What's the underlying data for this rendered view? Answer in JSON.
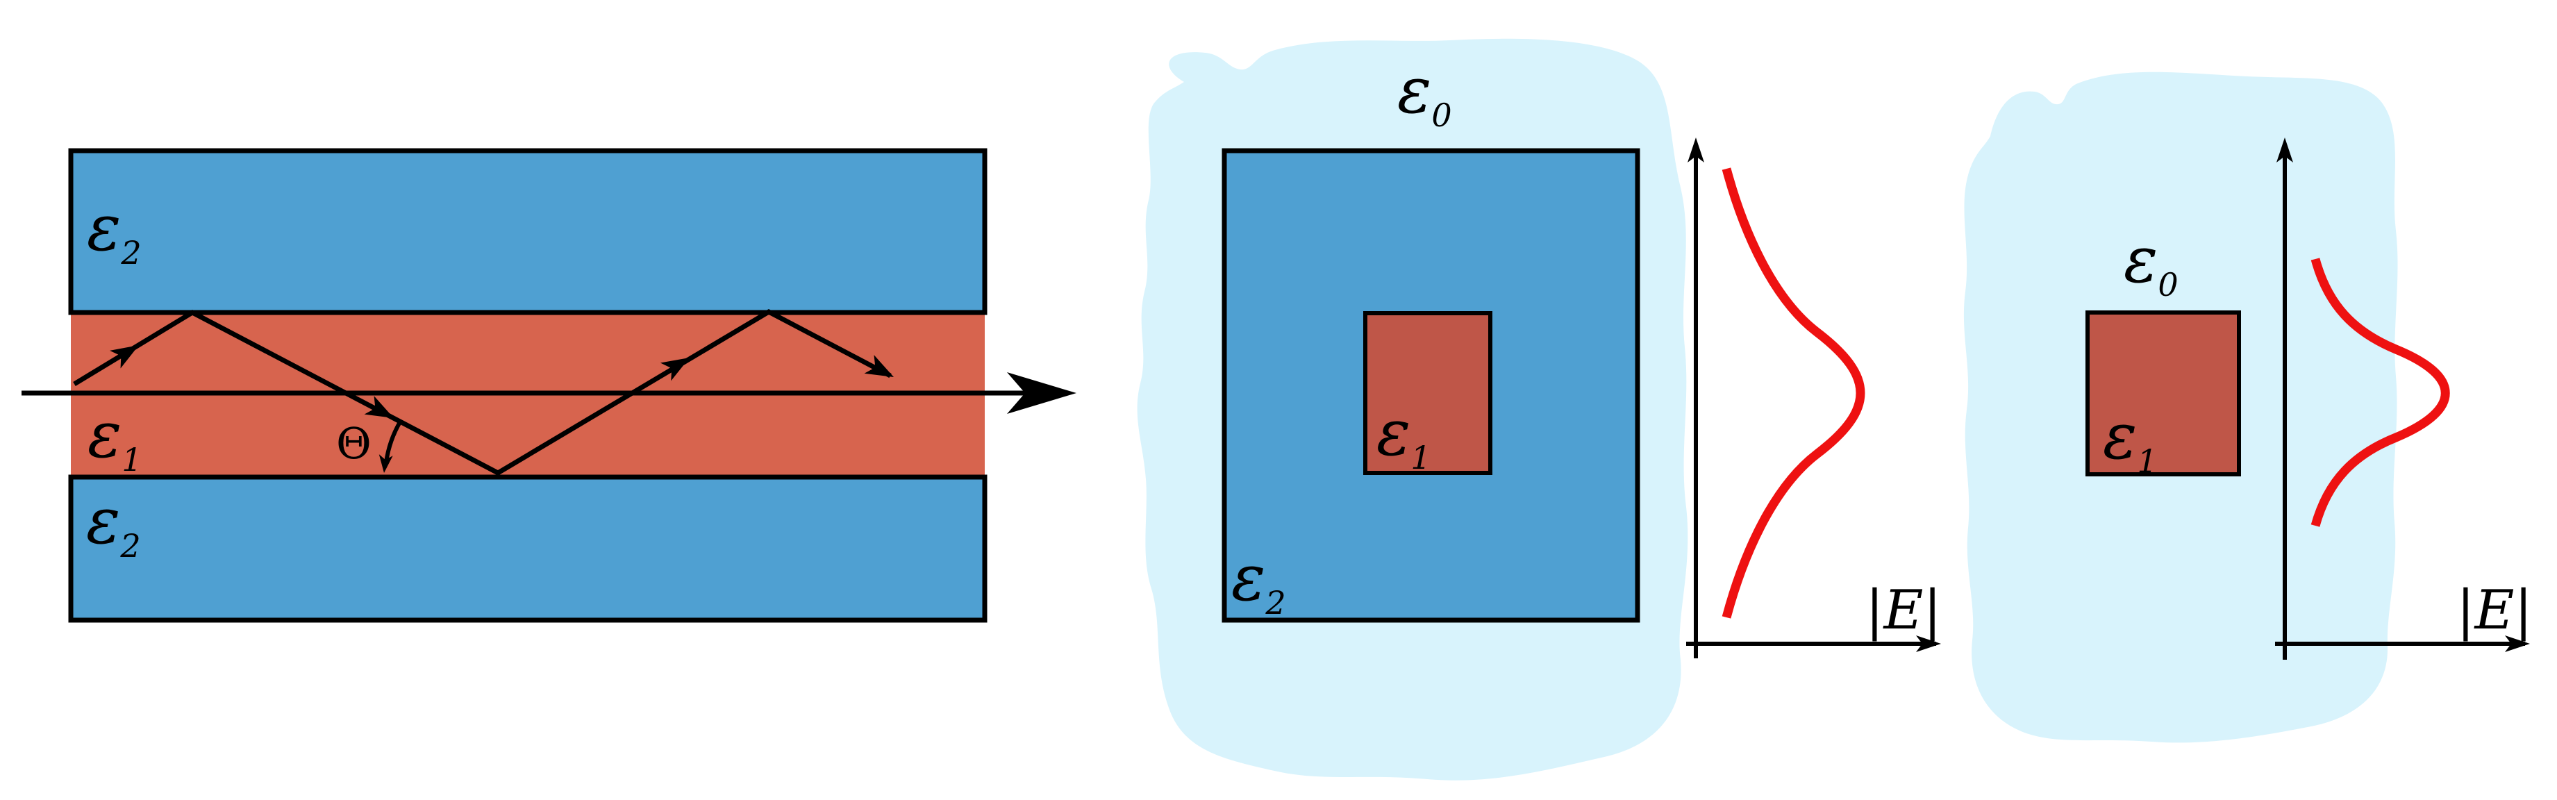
{
  "colors": {
    "cladding_blue": "#4FA0D2",
    "slab_core_red": "#D7644E",
    "channel_core_red": "#BF5648",
    "surround_pale_blue": "#D8F3FC",
    "field_curve_red": "#EE1111",
    "ink_black": "#000000"
  },
  "slab_panel": {
    "top_cladding": {
      "base": "ε",
      "sub": "2"
    },
    "core": {
      "base": "ε",
      "sub": "1"
    },
    "bottom_cladding": {
      "base": "ε",
      "sub": "2"
    },
    "bounce_angle": "Θ"
  },
  "buried_panel": {
    "surround": {
      "base": "ε",
      "sub": "0"
    },
    "cladding": {
      "base": "ε",
      "sub": "2"
    },
    "core": {
      "base": "ε",
      "sub": "1"
    },
    "field_axis": "|E|"
  },
  "rib_panel": {
    "surround": {
      "base": "ε",
      "sub": "0"
    },
    "core": {
      "base": "ε",
      "sub": "1"
    },
    "field_axis": "|E|"
  }
}
